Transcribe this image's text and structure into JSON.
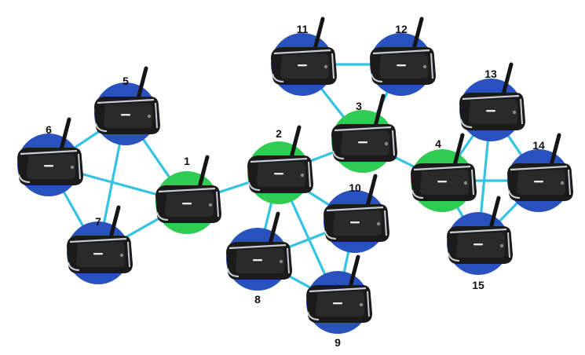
{
  "diagram": {
    "colors": {
      "link": "#35c3e3",
      "blue_node": "#2a52be",
      "green_node": "#2ecc53",
      "device_body": "#1b1b1b",
      "device_trim": "#c9ced4",
      "antenna": "#151515"
    },
    "icon": "bluetooth-intercom-device-icon",
    "nodes": [
      {
        "id": "1",
        "label": "1",
        "color": "green"
      },
      {
        "id": "2",
        "label": "2",
        "color": "green"
      },
      {
        "id": "3",
        "label": "3",
        "color": "green"
      },
      {
        "id": "4",
        "label": "4",
        "color": "green"
      },
      {
        "id": "5",
        "label": "5",
        "color": "blue"
      },
      {
        "id": "6",
        "label": "6",
        "color": "blue"
      },
      {
        "id": "7",
        "label": "7",
        "color": "blue"
      },
      {
        "id": "8",
        "label": "8",
        "color": "blue"
      },
      {
        "id": "9",
        "label": "9",
        "color": "blue"
      },
      {
        "id": "10",
        "label": "10",
        "color": "blue"
      },
      {
        "id": "11",
        "label": "11",
        "color": "blue"
      },
      {
        "id": "12",
        "label": "12",
        "color": "blue"
      },
      {
        "id": "13",
        "label": "13",
        "color": "blue"
      },
      {
        "id": "14",
        "label": "14",
        "color": "blue"
      },
      {
        "id": "15",
        "label": "15",
        "color": "blue"
      }
    ],
    "links": [
      [
        "5",
        "6"
      ],
      [
        "5",
        "7"
      ],
      [
        "5",
        "1"
      ],
      [
        "6",
        "7"
      ],
      [
        "6",
        "1"
      ],
      [
        "7",
        "1"
      ],
      [
        "1",
        "2"
      ],
      [
        "2",
        "3"
      ],
      [
        "2",
        "8"
      ],
      [
        "2",
        "9"
      ],
      [
        "2",
        "10"
      ],
      [
        "8",
        "10"
      ],
      [
        "8",
        "9"
      ],
      [
        "9",
        "10"
      ],
      [
        "3",
        "11"
      ],
      [
        "3",
        "12"
      ],
      [
        "11",
        "12"
      ],
      [
        "3",
        "4"
      ],
      [
        "4",
        "13"
      ],
      [
        "4",
        "14"
      ],
      [
        "4",
        "15"
      ],
      [
        "13",
        "14"
      ],
      [
        "13",
        "15"
      ],
      [
        "14",
        "15"
      ]
    ]
  }
}
